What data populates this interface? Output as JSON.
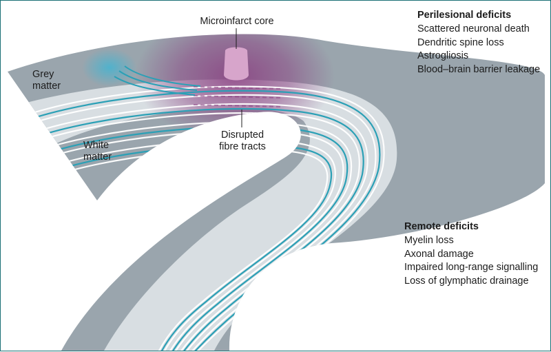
{
  "labels": {
    "microinfarct_core": "Microinfarct core",
    "grey_matter": [
      "Grey",
      "matter"
    ],
    "white_matter": [
      "White",
      "matter"
    ],
    "disrupted_fibre_tracts": [
      "Disrupted",
      "fibre tracts"
    ]
  },
  "perilesional": {
    "heading": "Perilesional deficits",
    "items": [
      "Scattered neuronal death",
      "Dendritic spine loss",
      "Astrogliosis",
      "Blood–brain barrier leakage"
    ]
  },
  "remote": {
    "heading": "Remote deficits",
    "items": [
      "Myelin loss",
      "Axonal damage",
      "Impaired long-range signalling",
      "Loss of glymphatic drainage"
    ]
  },
  "colors": {
    "border": "#1a6f74",
    "grey_matter": "#9aa5ad",
    "white_matter": "#dfe4e8",
    "fibre_white": "#ffffff",
    "fibre_blue": "#2aa0b6",
    "lesion_purple": "#8a3d80",
    "core_pink": "#d7a5cb",
    "glymphatic_blue": "#38b6d6"
  }
}
